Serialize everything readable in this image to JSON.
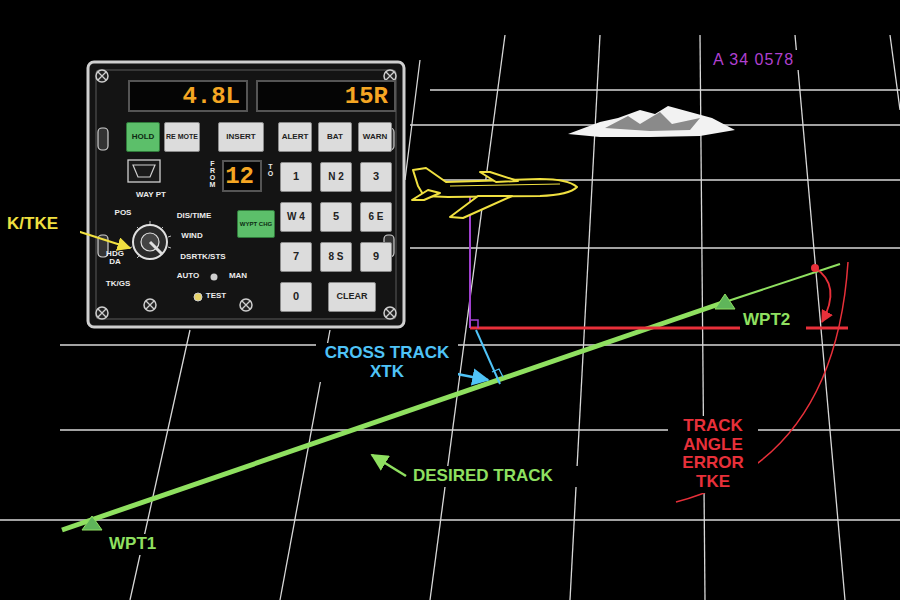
{
  "diagram": {
    "nodes": [
      {
        "text": [
          "FROM",
          "TO",
          "WAY PT",
          "POS",
          "DIS/TIME",
          "WIND",
          "DSRTK/STS",
          "HDG DA",
          "TK/GS",
          "AUTO",
          "MAN",
          "TEST"
        ]
      },
      {
        "text": [
          "4.8L"
        ],
        "in": 0
      },
      {
        "text": [
          "15R"
        ],
        "in": 0
      },
      {
        "text": [
          "HOLD"
        ],
        "in": 0
      },
      {
        "text": [
          "RE MOTE"
        ],
        "in": 0
      },
      {
        "text": [
          "INSERT"
        ],
        "in": 0
      },
      {
        "text": [
          "ALERT"
        ],
        "in": 0
      },
      {
        "text": [
          "BAT"
        ],
        "in": 0
      },
      {
        "text": [
          "WARN"
        ],
        "in": 0
      },
      {
        "text": [
          "12"
        ],
        "in": 0
      },
      {
        "text": [
          "1"
        ],
        "in": 0
      },
      {
        "text": [
          "N 2"
        ],
        "in": 0
      },
      {
        "text": [
          "3"
        ],
        "in": 0
      },
      {
        "text": [
          "W 4"
        ],
        "in": 0
      },
      {
        "text": [
          "5"
        ],
        "in": 0
      },
      {
        "text": [
          "6 E"
        ],
        "in": 0
      },
      {
        "text": [
          "7"
        ],
        "in": 0
      },
      {
        "text": [
          "8 S"
        ],
        "in": 0
      },
      {
        "text": [
          "9"
        ],
        "in": 0
      },
      {
        "text": [
          "WYPT CHG"
        ],
        "in": 0
      },
      {
        "text": [
          "0"
        ],
        "in": 0
      },
      {
        "text": [
          "CLEAR"
        ],
        "in": 0
      }
    ],
    "labels": [
      "A 34 0578",
      "K/TKE",
      "CROSS TRACK XTK",
      "DESIRED TRACK",
      "TRACK ANGLE ERROR TKE",
      "WPT1",
      "WPT2"
    ]
  }
}
